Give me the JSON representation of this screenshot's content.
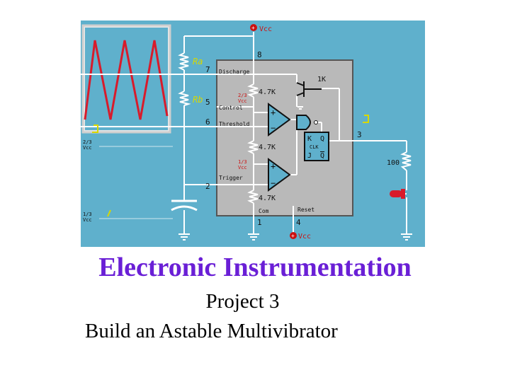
{
  "slide": {
    "title": "Electronic Instrumentation",
    "subtitle": "Project 3",
    "description": "Build an Astable Multivibrator"
  },
  "diagram": {
    "vcc_top": "Vcc",
    "vcc_bottom": "Vcc",
    "resistor_a": "Ra",
    "resistor_b": "Rb",
    "pins": {
      "p8": "8",
      "p7": "7",
      "p5": "5",
      "p6": "6",
      "p2": "2",
      "p1": "1",
      "p4": "4",
      "p3": "3"
    },
    "pin_names": {
      "discharge": "Discharge",
      "control": "Control",
      "threshold": "Threshold",
      "trigger": "Trigger",
      "com": "Com",
      "reset": "Reset"
    },
    "divider_resistors": [
      "4.7K",
      "4.7K",
      "4.7K"
    ],
    "transistor_resistor": "1K",
    "output_resistor": "100",
    "upper_ref": {
      "num": "2/3",
      "den": "Vcc"
    },
    "lower_ref": {
      "num": "1/3",
      "den": "Vcc"
    },
    "flipflop": {
      "k": "K",
      "q": "Q",
      "clk": "CLK",
      "j": "J",
      "qbar": "Q"
    },
    "comparator_plus": "+",
    "comparator_minus": "−",
    "level_high": {
      "num": "2/3",
      "den": "Vcc"
    },
    "level_low": {
      "num": "1/3",
      "den": "Vcc"
    },
    "colors": {
      "panel": "#5fb0cc",
      "chip": "#b9b9b9",
      "wire": "#ffffff",
      "vcc": "#cc1111",
      "labels": "#d8d800",
      "scope": "#d81b2b",
      "resistor_labels": "#cc1111"
    }
  }
}
